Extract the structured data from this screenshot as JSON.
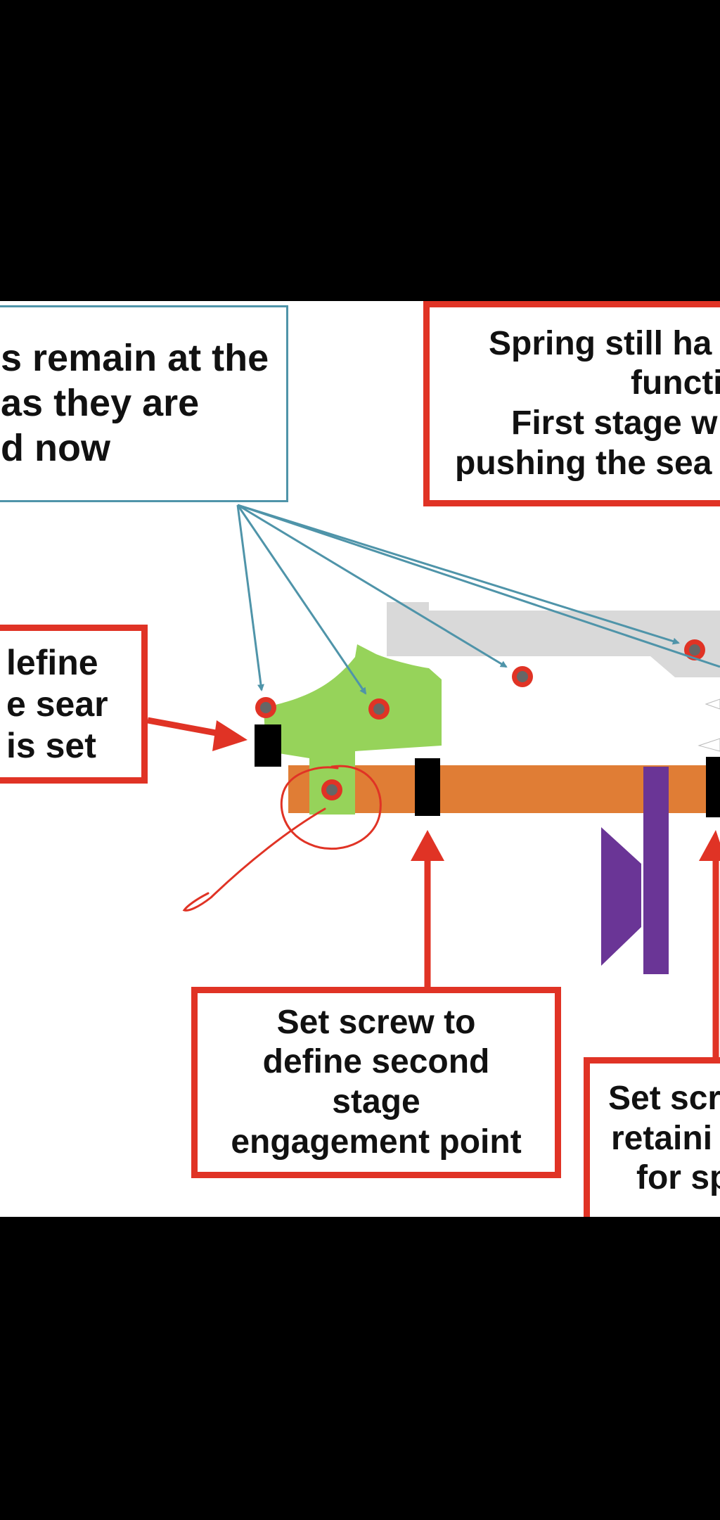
{
  "colors": {
    "background": "#000000",
    "panel": "#ffffff",
    "red_accent": "#e03325",
    "blue_accent": "#4f94a9",
    "orange_bar": "#e07d35",
    "green_sear": "#96d35a",
    "purple_spring": "#6a3596",
    "gray_part": "#d9d9d9",
    "marker": "#000000"
  },
  "callouts": {
    "top_left": {
      "lines": [
        "s remain at the",
        " as they are",
        "d now"
      ]
    },
    "top_right": {
      "lines": [
        "Spring still ha",
        "functi",
        "First stage w",
        "pushing the sea"
      ]
    },
    "left_mid": {
      "lines": [
        "lefine",
        "e sear",
        "is set"
      ]
    },
    "bottom_center": {
      "lines": [
        "Set screw to",
        "define second",
        "stage",
        "engagement point"
      ]
    },
    "bottom_right": {
      "lines": [
        "Set scr",
        "retaini",
        "for sp"
      ]
    }
  }
}
